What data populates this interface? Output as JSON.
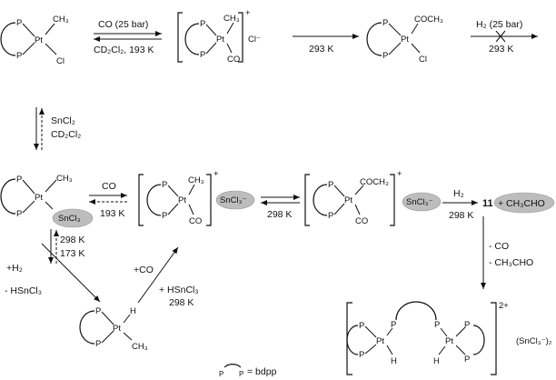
{
  "atoms": {
    "p": "P",
    "pt": "Pt",
    "cl": "Cl",
    "h": "H"
  },
  "groups": {
    "ch3": "CH₃",
    "co": "CO",
    "coch3": "COCH₃",
    "sncl3": "SnCl₃",
    "sncl3_minus": "SnCl₃⁻",
    "cl_minus": "Cl⁻",
    "plus": "+",
    "two_plus": "2+",
    "counterion_2": "(SnCl₃⁻)₂"
  },
  "conditions": {
    "co_25bar": "CO (25 bar)",
    "cd2cl2_193k": "CD₂Cl₂, 193 K",
    "k293": "293 K",
    "h2_25bar": "H₂ (25 bar)",
    "sncl2": "SnCl₂",
    "cd2cl2": "CD₂Cl₂",
    "co": "CO",
    "k193": "193 K",
    "k298": "298 K",
    "h2": "H₂",
    "k173": "173 K",
    "plus_h2": "+H₂",
    "minus_hsncl3": "- HSnCl₃",
    "plus_co": "+CO",
    "plus_hsncl3": "+ HSnCl₃",
    "minus_co": "- CO",
    "minus_ch3cho": "- CH₃CHO"
  },
  "products": {
    "compound_11": "11",
    "plus_ch3cho": "+ CH₃CHO"
  },
  "legend": {
    "bdpp": "= bdpp"
  }
}
